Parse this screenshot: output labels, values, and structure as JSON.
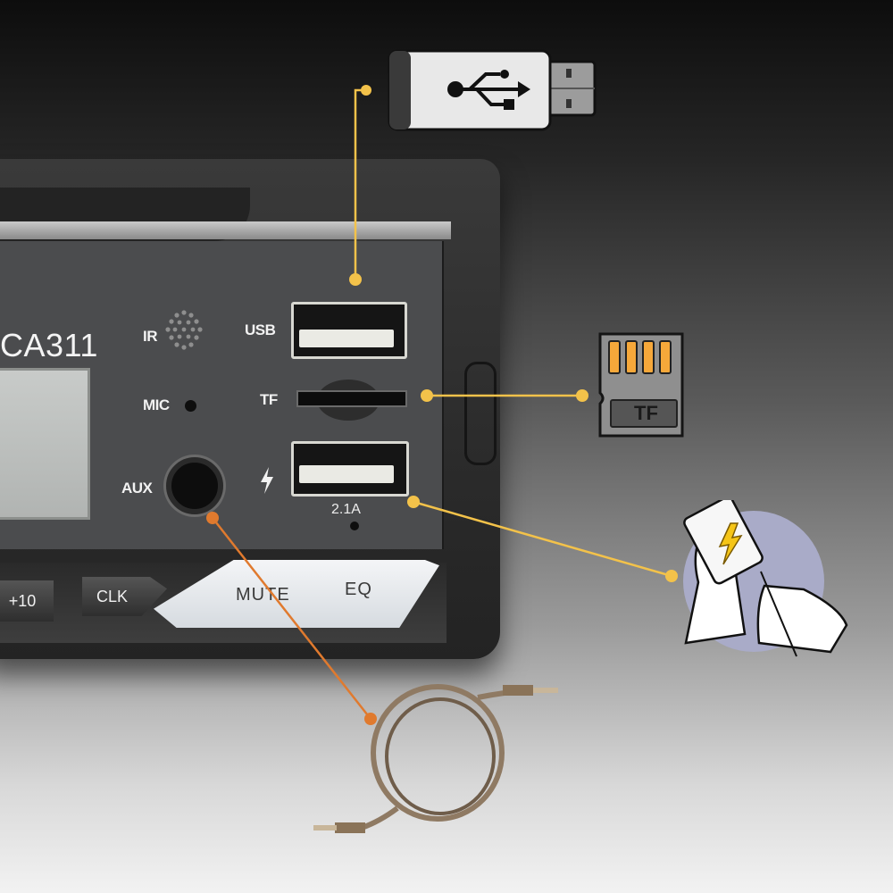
{
  "product": {
    "model": "CA311",
    "panel_labels": {
      "ir": "IR",
      "usb": "USB",
      "mic": "MIC",
      "tf": "TF",
      "aux": "AUX",
      "charge_rating": "2.1A"
    },
    "buttons": [
      {
        "label": "+10"
      },
      {
        "label": "CLK"
      },
      {
        "label": "MUTE"
      },
      {
        "label": "EQ"
      }
    ]
  },
  "callouts": {
    "usb_drive": {
      "icon": "usb-flash-drive-icon",
      "line_color": "#f3c24a"
    },
    "tf_card": {
      "label": "TF",
      "icon": "micro-sd-card-icon",
      "line_color": "#f3c24a",
      "contact_color": "#f6a83a"
    },
    "phone_charging": {
      "icon": "phone-charging-icon",
      "line_color": "#f3c24a",
      "bolt_color": "#f5c518",
      "circle_color": "#a9abc8"
    },
    "aux_cable": {
      "icon": "aux-cable-icon",
      "line_color": "#e07a2e",
      "cable_color": "#8f7a63"
    }
  }
}
